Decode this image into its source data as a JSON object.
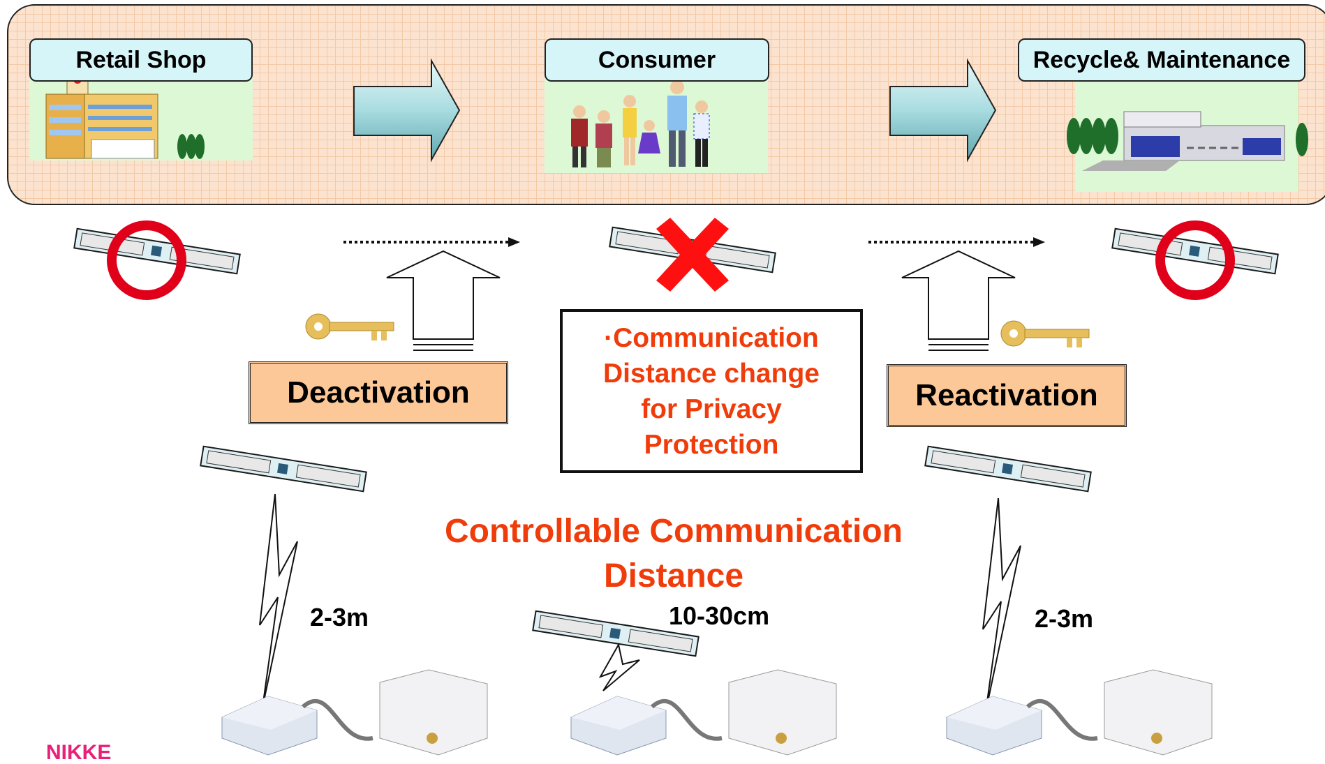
{
  "stages": [
    {
      "label": "Retail Shop",
      "scene_icon": "retail-building-icon"
    },
    {
      "label": "Consumer",
      "scene_icon": "family-icon"
    },
    {
      "label": "Recycle& Maintenance",
      "scene_icon": "factory-icon"
    }
  ],
  "actions": {
    "deactivation": "Deactivation",
    "reactivation": "Reactivation"
  },
  "privacy_note": {
    "lines": [
      "·Communication",
      "Distance change",
      "for Privacy",
      "Protection"
    ]
  },
  "center_title": {
    "line1": "Controllable Communication",
    "line2": "Distance"
  },
  "distances": {
    "left": "2-3m",
    "center": "10-30cm",
    "right": "2-3m"
  },
  "logo_partial": "NIKKE",
  "colors": {
    "accent_red": "#f03c0a",
    "stage_label_bg": "#d6f5f9",
    "action_box_bg": "#fdc898",
    "band_bg": "#fbe3cf",
    "ok_ring": "#e0001a",
    "no_cross": "#ff1010"
  }
}
